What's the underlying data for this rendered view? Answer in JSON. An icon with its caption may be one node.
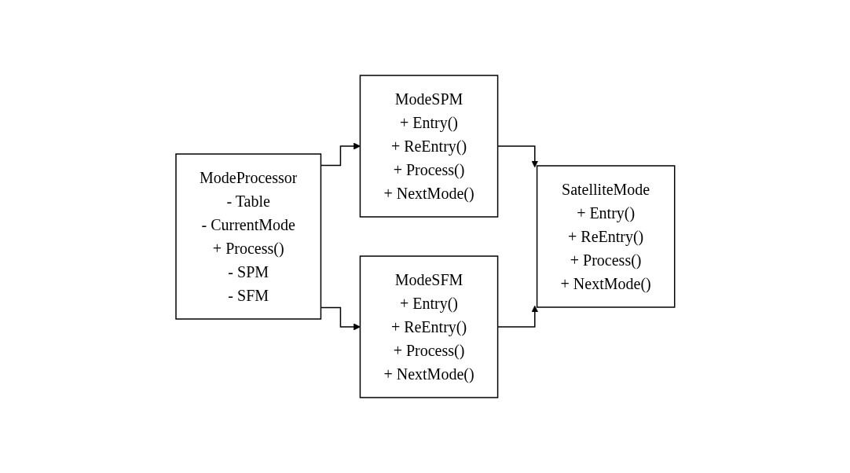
{
  "diagram": {
    "nodes": [
      {
        "text": [
          "ModeProcessor",
          "- Table",
          "- CurrentMode",
          "+ Process()",
          "- SPM",
          "- SFM"
        ]
      },
      {
        "text": [
          "ModeSPM",
          "+ Entry()",
          "+ ReEntry()",
          "+ Process()",
          "+ NextMode()"
        ]
      },
      {
        "text": [
          "ModeSFM",
          "+ Entry()",
          "+ ReEntry()",
          "+ Process()",
          "+ NextMode()"
        ]
      },
      {
        "text": [
          "SatelliteMode",
          "+ Entry()",
          "+ ReEntry()",
          "+ Process()",
          "+ NextMode()"
        ]
      }
    ],
    "edges": [
      {
        "from": 0,
        "to": 1,
        "arrow": "to"
      },
      {
        "from": 0,
        "to": 2,
        "arrow": "to"
      },
      {
        "from": 1,
        "to": 3,
        "arrow": "to"
      },
      {
        "from": 2,
        "to": 3,
        "arrow": "to"
      }
    ]
  }
}
